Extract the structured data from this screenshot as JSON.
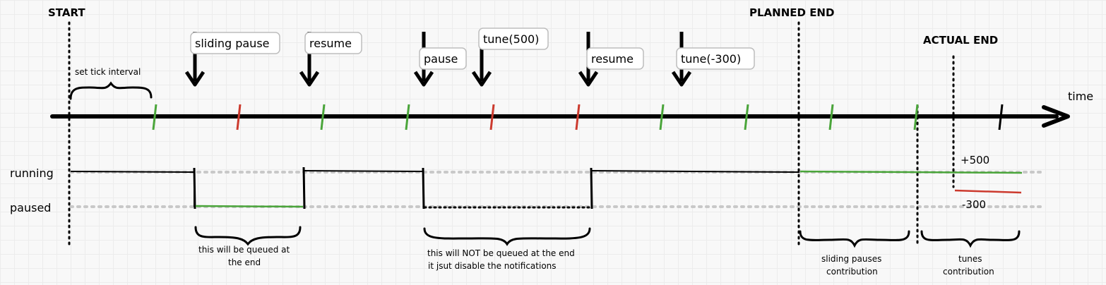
{
  "markers": {
    "start": "START",
    "planned_end": "PLANNED END",
    "actual_end": "ACTUAL END"
  },
  "axis": {
    "label": "time"
  },
  "states": {
    "running": "running",
    "paused": "paused"
  },
  "events": {
    "sliding_pause": "sliding pause",
    "resume_1": "resume",
    "pause": "pause",
    "tune_500": "tune(500)",
    "resume_2": "resume",
    "tune_minus_300": "tune(-300)"
  },
  "notes": {
    "tick_interval": "set tick interval",
    "queued_line1": "this will be queued at",
    "queued_line2": "the end",
    "not_queued_line1": "this will NOT be queued at the end",
    "not_queued_line2": "it jsut disable the notifications",
    "sliding_line1": "sliding pauses",
    "sliding_line2": "contribution",
    "tunes_line1": "tunes",
    "tunes_line2": "contribution"
  },
  "deltas": {
    "plus": "+500",
    "minus": "-300"
  },
  "colors": {
    "ink": "#000000",
    "green": "#4aa53a",
    "red": "#cc3a2e",
    "dotted": "#c8c8c8",
    "box_border": "#bdbdbd"
  }
}
